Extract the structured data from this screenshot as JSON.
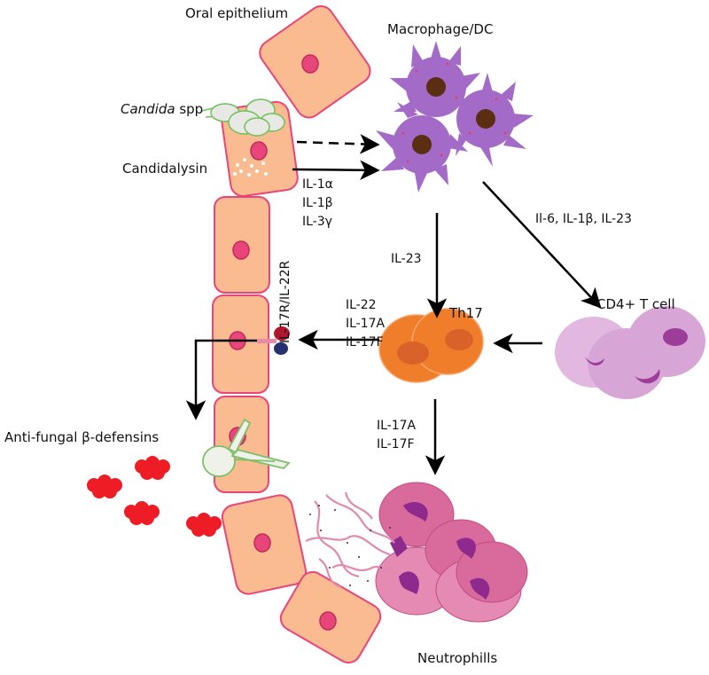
{
  "labels": {
    "oral_epithelium": "Oral epithelium",
    "macrophage_dc": "Macrophage/DC",
    "candida_italic": "Candida",
    "candida_suffix": " spp",
    "candidalysin": "Candidalysin",
    "il1_group": [
      "IL-1α",
      "IL-1β",
      "IL-3γ"
    ],
    "il6_group": "Il-6, IL-1β, IL-23",
    "il23": "IL-23",
    "receptor": "IL-17R/IL-22R",
    "il22_group": [
      "IL-22",
      "IL-17A",
      "IL-17F"
    ],
    "th17": "Th17",
    "cd4": "CD4+ T  cell",
    "antifungal": "Anti-fungal β-defensins",
    "il17_group": [
      "IL-17A",
      "IL-17F"
    ],
    "neutrophils": "Neutrophills"
  },
  "colors": {
    "epithelial_fill": "#f9bb8f",
    "epithelial_stroke": "#e8457a",
    "nucleus": "#e8457a",
    "macrophage": "#a36bc7",
    "macrophage_nucleus": "#5a2e10",
    "th17": "#f07d2a",
    "cd4": "#d8a6d6",
    "neutrophil": "#d96a9c",
    "defensin": "#ee1c24",
    "receptor_red": "#b0162d",
    "receptor_blue": "#27306e",
    "arrow": "#000000"
  }
}
